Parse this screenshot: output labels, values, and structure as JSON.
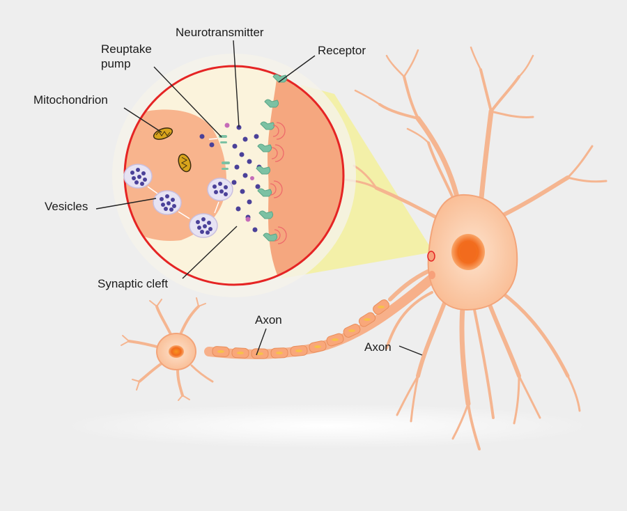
{
  "labels": {
    "neurotransmitter": "Neurotransmitter",
    "reuptake_pump_line1": "Reuptake",
    "reuptake_pump_line2": "pump",
    "receptor": "Receptor",
    "mitochondrion": "Mitochondrion",
    "vesicles": "Vesicles",
    "synaptic_cleft": "Synaptic cleft",
    "axon_small_neuron": "Axon",
    "axon_large_neuron": "Axon"
  },
  "colors": {
    "background": "#eeeeee",
    "neuron_fill": "#fbc69f",
    "neuron_stroke": "#f3a479",
    "nucleus": "#f26b1d",
    "zoom_ring": "#e52424",
    "zoom_cone": "#f3f0a0",
    "cleft_fill": "#fbf3dc",
    "postsynaptic_fill": "#f5a77f",
    "presynaptic_fill": "#f8b48d",
    "vesicle_fill": "#e7e3f3",
    "neurotransmitter_dot": "#4b4199",
    "receptor_fill": "#7cc1a3",
    "mitochondrion_fill": "#d8a41c",
    "leader_line": "#222222"
  }
}
